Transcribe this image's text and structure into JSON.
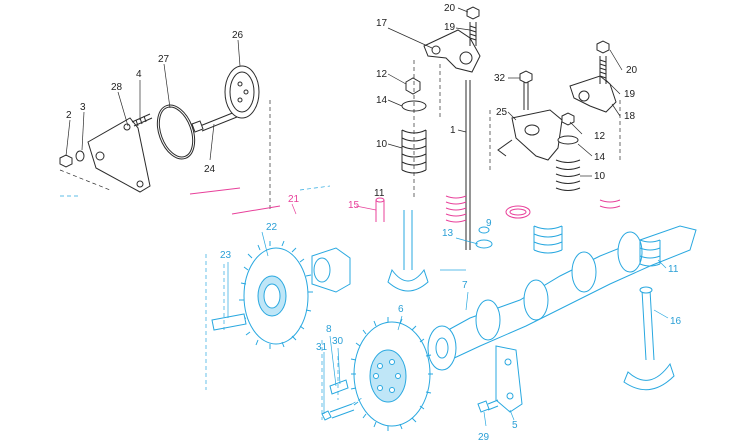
{
  "callouts": {
    "c1": "1",
    "c2": "2",
    "c3": "3",
    "c4": "4",
    "c5": "5",
    "c6": "6",
    "c7": "7",
    "c8": "8",
    "c9": "9",
    "c10a": "10",
    "c10b": "10",
    "c11a": "11",
    "c11b": "11",
    "c12a": "12",
    "c12b": "12",
    "c13": "13",
    "c14a": "14",
    "c14b": "14",
    "c15": "15",
    "c16": "16",
    "c17": "17",
    "c18": "18",
    "c19a": "19",
    "c19b": "19",
    "c20a": "20",
    "c20b": "20",
    "c21": "21",
    "c22": "22",
    "c23": "23",
    "c24": "24",
    "c25": "25",
    "c26": "26",
    "c27": "27",
    "c28": "28",
    "c29": "29",
    "c30": "30",
    "c31": "31",
    "c32": "32"
  },
  "colors": {
    "line_black": "#2b2b2b",
    "line_cyan": "#29a8e0",
    "line_pink": "#e8409a",
    "background": "#ffffff"
  }
}
